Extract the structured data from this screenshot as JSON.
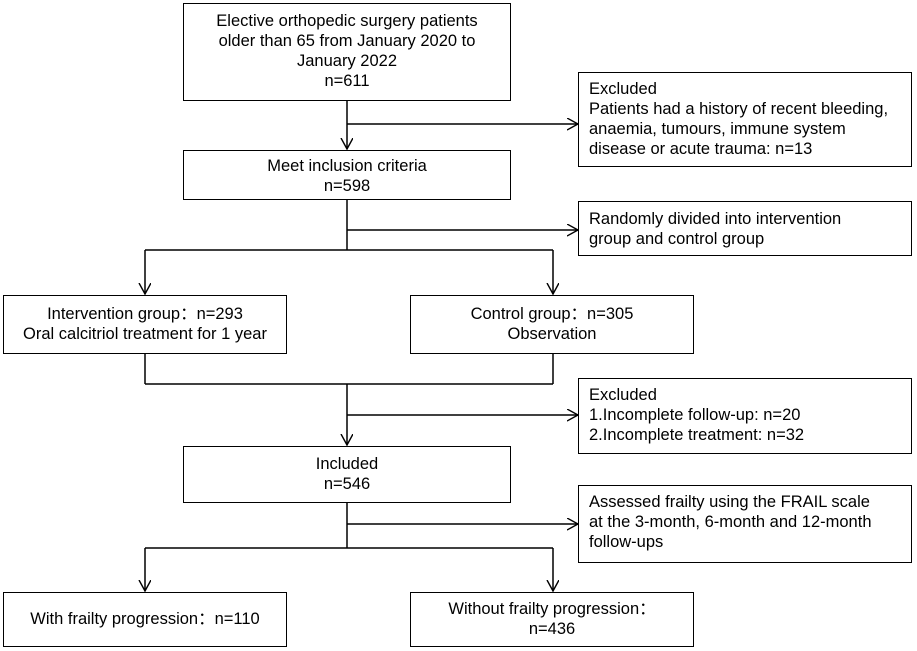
{
  "diagram": {
    "boxes": {
      "enrolled": {
        "lines": [
          "Elective orthopedic surgery patients",
          "older than 65 from January 2020 to",
          "January 2022",
          "n=611"
        ]
      },
      "excluded_1": {
        "lines": [
          "Excluded",
          "Patients had a history of recent bleeding,",
          "anaemia, tumours, immune system",
          "disease or acute trauma: n=13"
        ]
      },
      "inclusion": {
        "lines": [
          "Meet inclusion criteria",
          "n=598"
        ]
      },
      "randomization": {
        "lines": [
          "Randomly divided into intervention",
          "group and control group"
        ]
      },
      "intervention": {
        "lines": [
          "Intervention group：n=293",
          "Oral calcitriol treatment for 1 year"
        ]
      },
      "control": {
        "lines": [
          "Control group：n=305",
          "Observation"
        ]
      },
      "excluded_2": {
        "lines": [
          "Excluded",
          "1.Incomplete follow-up: n=20",
          "2.Incomplete treatment: n=32"
        ]
      },
      "included": {
        "lines": [
          "Included",
          "n=546"
        ]
      },
      "assessment": {
        "lines": [
          "Assessed frailty using the FRAIL scale",
          "at the 3-month, 6-month and 12-month",
          "follow-ups"
        ]
      },
      "with_progression": {
        "lines": [
          "With frailty progression：n=110"
        ]
      },
      "without_progression": {
        "lines": [
          "Without frailty progression：",
          "n=436"
        ]
      }
    }
  }
}
